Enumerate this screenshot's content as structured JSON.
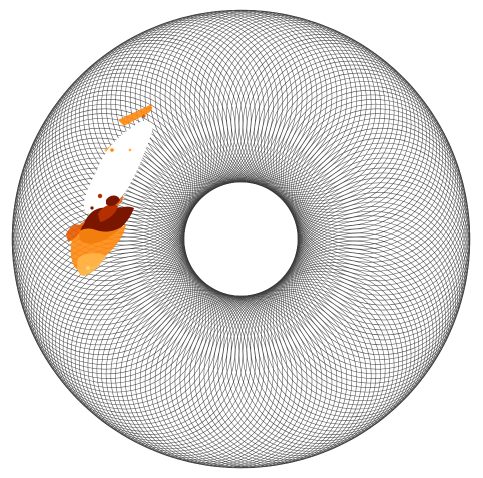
{
  "figure": {
    "kind": "spirograph-torus",
    "circle_count": 180,
    "line_color": "#3a3a3a",
    "background_color": "#ffffff"
  },
  "overlay": {
    "kind": "fire-splash",
    "colors": [
      "#7a1500",
      "#b53000",
      "#e85a00",
      "#ff8a10",
      "#ffb347",
      "#ffd27a"
    ]
  }
}
